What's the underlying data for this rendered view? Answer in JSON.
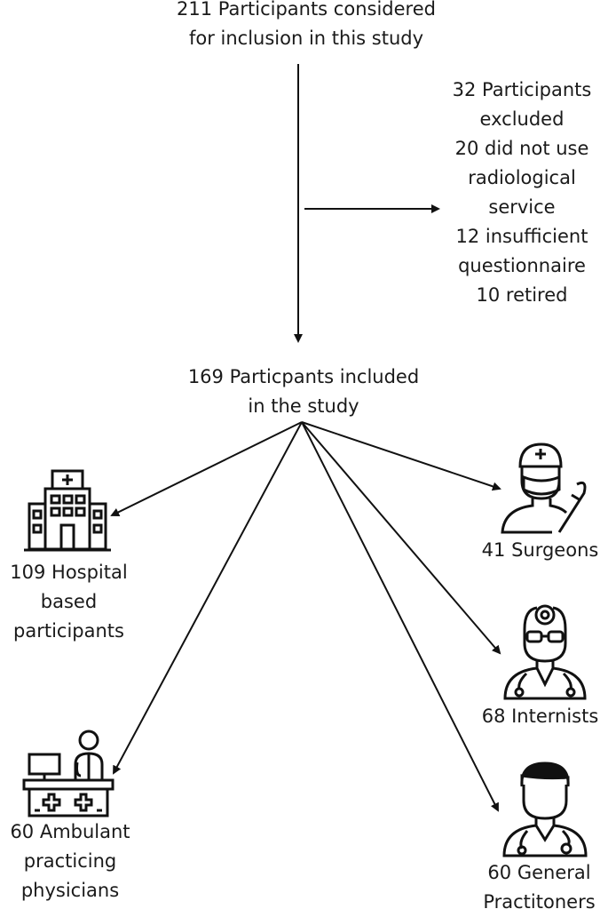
{
  "top_box": {
    "line1": "211 Participants considered",
    "line2": "for inclusion in this study"
  },
  "excluded_box": {
    "lines": [
      "32 Participants",
      "excluded",
      "20 did not use",
      "radiological",
      "service",
      "12 insufficient",
      "questionnaire",
      "10 retired"
    ]
  },
  "included_box": {
    "line1": "169 Particpants included",
    "line2": "in the study"
  },
  "hospital": {
    "lines": [
      "109 Hospital",
      "based",
      "participants"
    ],
    "icon": "hospital-icon"
  },
  "ambulant": {
    "lines": [
      "60 Ambulant",
      "practicing",
      "physicians"
    ],
    "icon": "reception-desk-doctor-icon"
  },
  "surgeons": {
    "lines": [
      "41 Surgeons"
    ],
    "icon": "surgeon-icon"
  },
  "internists": {
    "lines": [
      "68 Internists"
    ],
    "icon": "doctor-head-mirror-icon"
  },
  "gps": {
    "lines": [
      "60 General",
      "Practitoners"
    ],
    "icon": "doctor-stethoscope-icon"
  }
}
